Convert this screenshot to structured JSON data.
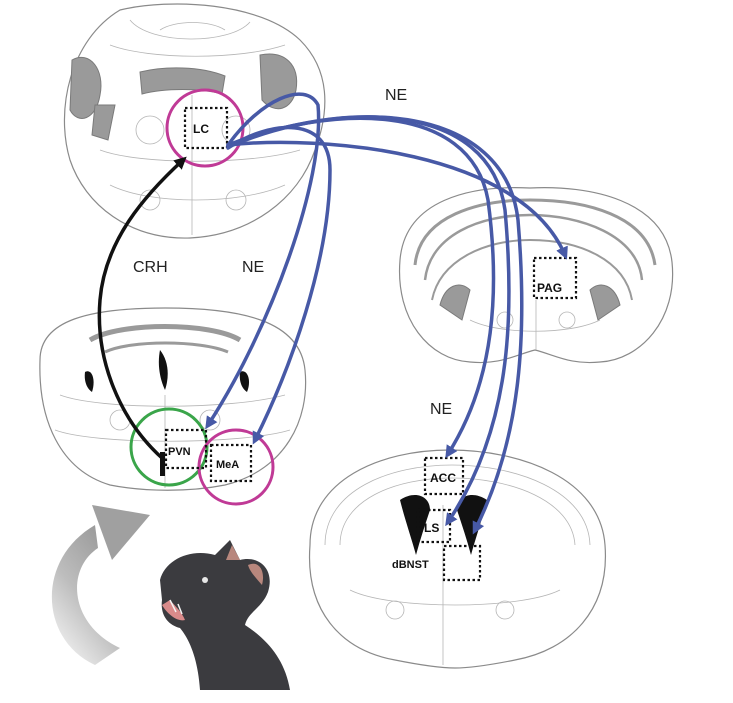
{
  "labels": {
    "ne_top": "NE",
    "ne_mid": "NE",
    "ne_low": "NE",
    "crh": "CRH"
  },
  "regions": {
    "lc": "LC",
    "pag": "PAG",
    "pvn": "PVN",
    "mea": "MeA",
    "acc": "ACC",
    "ls": "LS",
    "dbnst": "dBNST"
  },
  "colors": {
    "ne_arrows": "#4759a6",
    "crh_arrow": "#111111",
    "magenta_ring": "#c03a96",
    "green_ring": "#3aa54a",
    "cat": "#3b3b3f",
    "rotation_arrow": "#a8a8a8"
  },
  "icons": [
    "brainstem-section",
    "midbrain-section",
    "hypothalamus-section",
    "forebrain-section",
    "rotation-arrow-icon",
    "cat-icon"
  ]
}
